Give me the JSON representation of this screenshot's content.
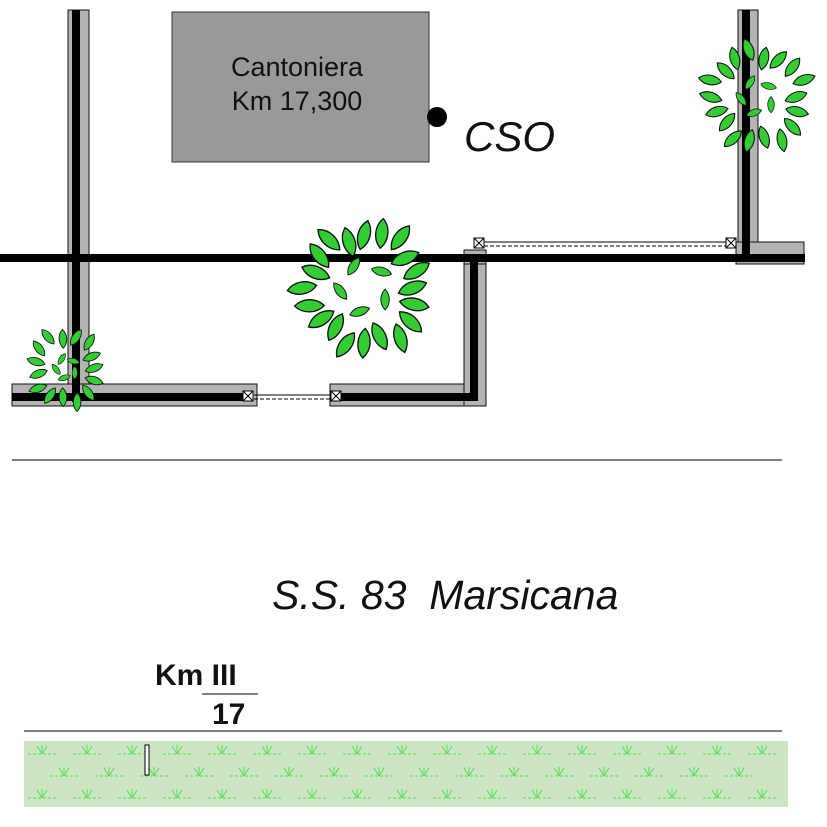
{
  "building": {
    "name": "Cantoniera",
    "km": "Km 17,300"
  },
  "station_label": "CSO",
  "road_name": "S.S. 83  Marsicana",
  "km_marker": {
    "top": "Km III",
    "bottom": "17"
  },
  "colors": {
    "building_fill": "#999999",
    "wall_shadow": "#b4b4b4",
    "wall": "#000000",
    "tree": "#33cc33",
    "verge": "#cce6c4",
    "grass_tuft": "#55dd55"
  },
  "icons": {
    "tree": "tree-canopy-icon",
    "gate": "gate-post-icon",
    "point": "station-point-icon"
  }
}
